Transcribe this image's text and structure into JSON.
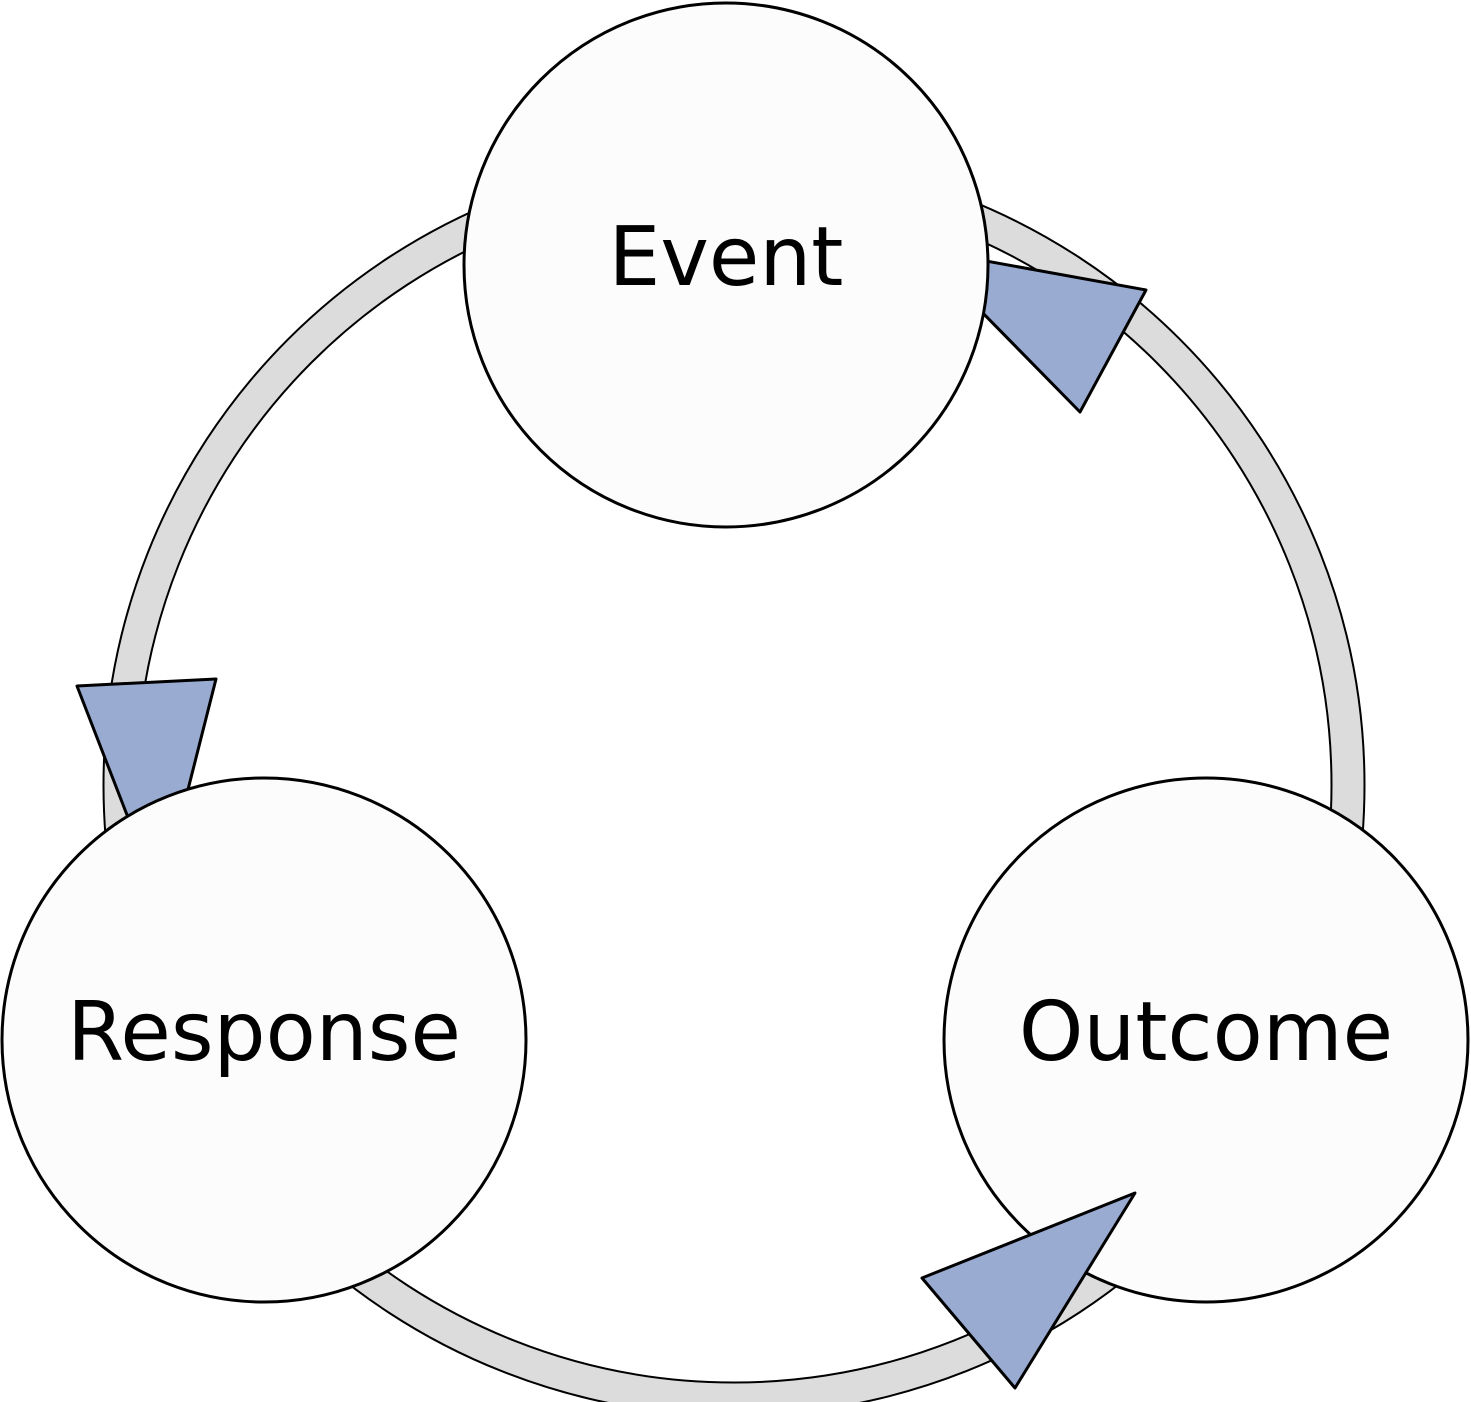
{
  "nodes": {
    "event": {
      "label": "Event"
    },
    "response": {
      "label": "Response"
    },
    "outcome": {
      "label": "Outcome"
    }
  },
  "colors": {
    "background": "#ffffff",
    "node_fill": "#fcfcfc",
    "node_stroke": "#000000",
    "ring_fill": "#dcdcdc",
    "ring_stroke": "#000000",
    "arrow_fill": "#9aabd2",
    "arrow_stroke": "#000000",
    "text": "#000000"
  }
}
